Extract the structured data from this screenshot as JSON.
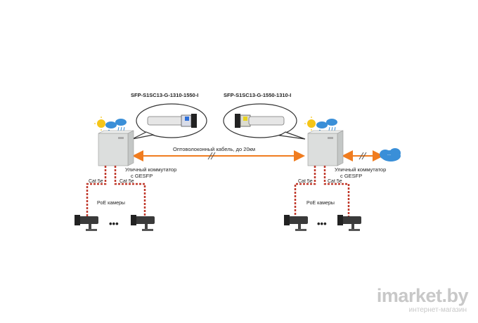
{
  "diagram": {
    "sfp_left": "SFP-S1SC13-G-1310-1550-I",
    "sfp_right": "SFP-S1SC13-G-1550-1310-I",
    "fiber_label": "Оптоволоконный кабель, до 20км",
    "switch_left": [
      "Уличный коммутатор",
      "с GESFP"
    ],
    "switch_right": [
      "Уличный коммутатор",
      "с GESFP"
    ],
    "cable_left_a": "Cat 5e",
    "cable_left_b": "Cat 5e",
    "cable_right_a": "Cat 5e",
    "cable_right_b": "Cat 5e",
    "cameras_left": "PoE камеры",
    "cameras_right": "PoE камеры",
    "cloud_label": "...",
    "dots": "•••",
    "colors": {
      "fiber": "#f07c1f",
      "cat5e": "#c0392b",
      "box": "#dcdedd",
      "cloud": "#3a8fd8",
      "sun": "#f5c518"
    }
  },
  "watermark": {
    "brand": "imarket.by",
    "sub": "интернет-магазин"
  }
}
